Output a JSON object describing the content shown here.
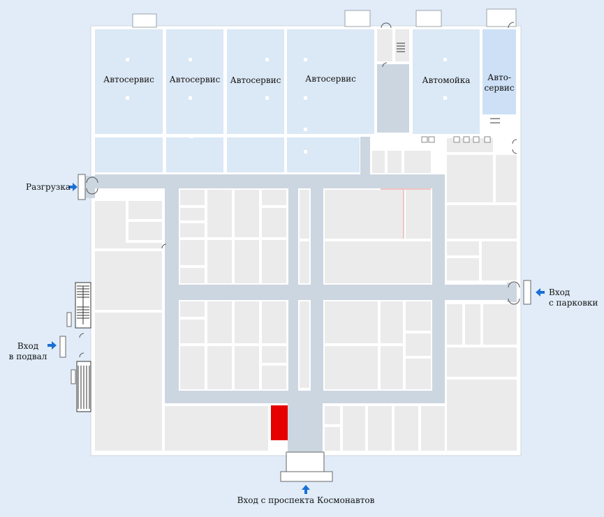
{
  "colors": {
    "background": "#e1ecf8",
    "wall": "#ffffff",
    "corridor": "#ccd6e0",
    "room": "#ebebeb",
    "car_service_room": "#dbe8f5",
    "car_service_room_accent": "#cde0f6",
    "highlight_room": "#e60000",
    "entrance_arrow": "#1a6fd4",
    "red_partition": "#e08a8a"
  },
  "icons": {
    "entrance_arrow": "arrow-right-icon",
    "entrance_arrow_left": "arrow-left-icon",
    "entrance_arrow_up": "arrow-up-icon",
    "stairs": "stairs-icon",
    "door": "door-swing-icon"
  },
  "rooms": {
    "autoservice_1": "Автосервис",
    "autoservice_2": "Автосервис",
    "autoservice_3": "Автосервис",
    "autoservice_4": "Автосервис",
    "carwash": "Автомойка",
    "autoservice_5_line1": "Авто-",
    "autoservice_5_line2": "сервис"
  },
  "entrances": {
    "unloading": "Разгрузка",
    "parking_line1": "Вход",
    "parking_line2": "с парковки",
    "basement_line1": "Вход",
    "basement_line2": "в подвал",
    "main": "Вход с проспекта Космонавтов"
  }
}
